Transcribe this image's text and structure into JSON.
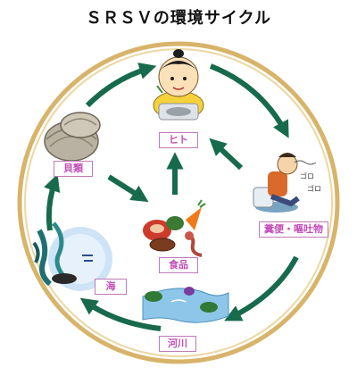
{
  "title": "ＳＲＳＶの環境サイクル",
  "nodes": {
    "human": "ヒト",
    "waste": "糞便・嘔吐物",
    "river": "河川",
    "sea": "海",
    "shellfish": "貝類",
    "food": "食品"
  },
  "colors": {
    "ring": "#d8b46a",
    "arrow": "#176a4c",
    "label_text": "#c24db8",
    "label_border": "#c07ab8"
  }
}
